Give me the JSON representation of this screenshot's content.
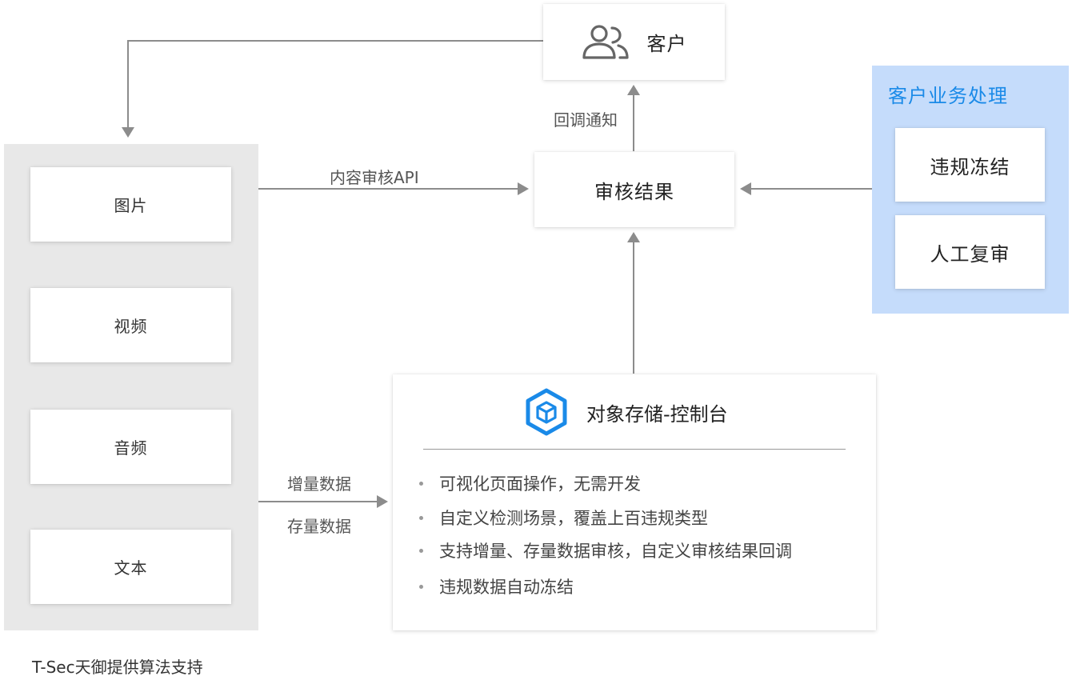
{
  "customer": {
    "label": "客户",
    "icon": "users-icon"
  },
  "audit_result": {
    "label": "审核结果"
  },
  "edges": {
    "callback_label": "回调通知",
    "api_label": "内容审核API",
    "incremental_label": "增量数据",
    "stock_label": "存量数据"
  },
  "client_processing": {
    "title": "客户业务处理",
    "items": [
      {
        "label": "违规冻结"
      },
      {
        "label": "人工复审"
      }
    ]
  },
  "content_types": {
    "items": [
      {
        "label": "图片"
      },
      {
        "label": "视频"
      },
      {
        "label": "音频"
      },
      {
        "label": "文本"
      }
    ]
  },
  "storage_console": {
    "title": "对象存储-控制台",
    "icon": "cube-hexagon-icon",
    "features": [
      "可视化页面操作，无需开发",
      "自定义检测场景，覆盖上百违规类型",
      "支持增量、存量数据审核，自定义审核结果回调",
      "违规数据自动冻结"
    ]
  },
  "footer": {
    "text": "T-Sec天御提供算法支持"
  },
  "colors": {
    "accent_blue": "#1a8ae8",
    "panel_blue": "#c5dcfb",
    "panel_gray": "#e8e8e8",
    "connector_gray": "#8c8c8c"
  }
}
